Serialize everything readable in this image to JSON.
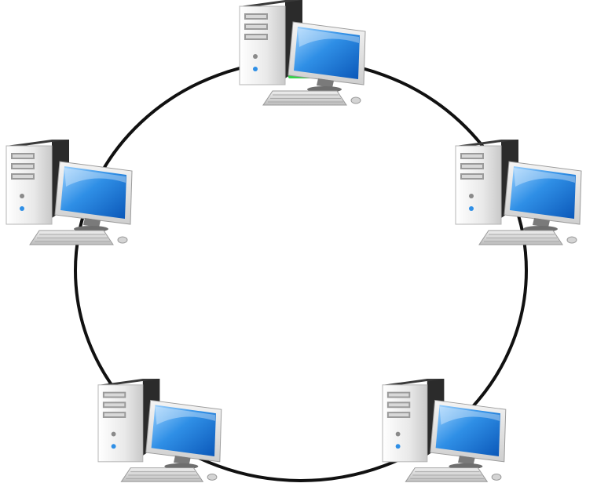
{
  "diagram": {
    "type": "ring-network-topology",
    "nodes": [
      {
        "icon": "desktop-computer-icon",
        "position": "top"
      },
      {
        "icon": "desktop-computer-icon",
        "position": "right"
      },
      {
        "icon": "desktop-computer-icon",
        "position": "bottom-right"
      },
      {
        "icon": "desktop-computer-icon",
        "position": "bottom-left"
      },
      {
        "icon": "desktop-computer-icon",
        "position": "left"
      }
    ],
    "links": [
      [
        0,
        1
      ],
      [
        1,
        2
      ],
      [
        2,
        3
      ],
      [
        3,
        4
      ],
      [
        4,
        0
      ]
    ],
    "colors": {
      "ring": "#111111",
      "screen": "#2f8fe6",
      "tower": "#e6e6e6",
      "tower_top": "#2b2b2b",
      "activity_led": "#37d34a"
    }
  }
}
